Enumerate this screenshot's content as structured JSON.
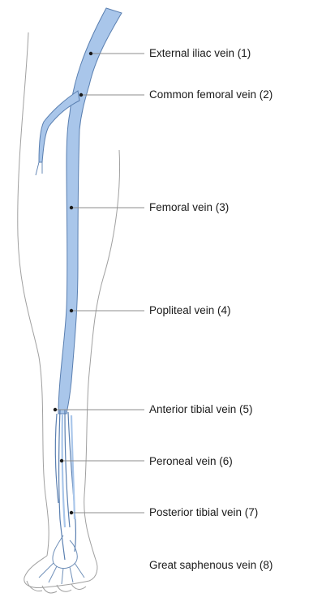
{
  "diagram": {
    "labels": [
      {
        "id": "external-iliac",
        "text": "External iliac vein (1)"
      },
      {
        "id": "common-femoral",
        "text": "Common femoral vein (2)"
      },
      {
        "id": "femoral",
        "text": "Femoral vein (3)"
      },
      {
        "id": "popliteal",
        "text": "Popliteal  vein (4)"
      },
      {
        "id": "anterior-tibial",
        "text": "Anterior tibial  vein (5)"
      },
      {
        "id": "peroneal",
        "text": "Peroneal  vein (6)"
      },
      {
        "id": "posterior-tibial",
        "text": "Posterior tibial vein (7)"
      },
      {
        "id": "great-saphenous",
        "text": "Great saphenous  vein (8)"
      }
    ],
    "colors": {
      "vein_fill": "#a9c6ea",
      "vein_stroke": "#5a7fb0",
      "outline": "#9a9a9a",
      "leader_line": "#8c8c8c",
      "marker_dot": "#1a1a1a"
    }
  }
}
